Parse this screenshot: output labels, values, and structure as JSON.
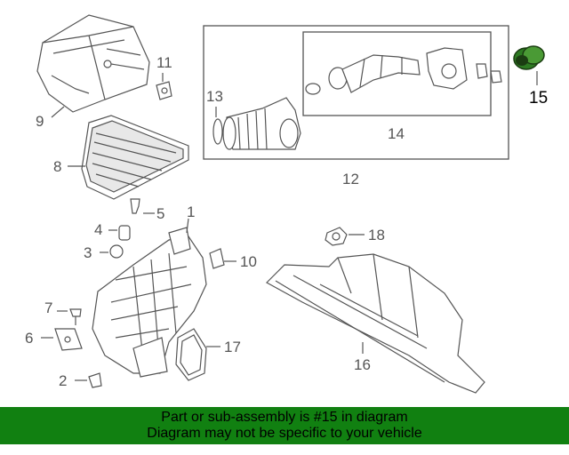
{
  "diagram": {
    "callouts": {
      "c1": "1",
      "c2": "2",
      "c3": "3",
      "c4": "4",
      "c5": "5",
      "c6": "6",
      "c7": "7",
      "c8": "8",
      "c9": "9",
      "c10": "10",
      "c11": "11",
      "c12": "12",
      "c13": "13",
      "c14": "14",
      "c15": "15",
      "c16": "16",
      "c17": "17",
      "c18": "18"
    },
    "highlight_part": "15",
    "highlight_color": "#2d7a22"
  },
  "banner": {
    "line1": "Part or sub-assembly is #15 in diagram",
    "line2": "Diagram may not be specific to your vehicle",
    "background": "#118011"
  }
}
